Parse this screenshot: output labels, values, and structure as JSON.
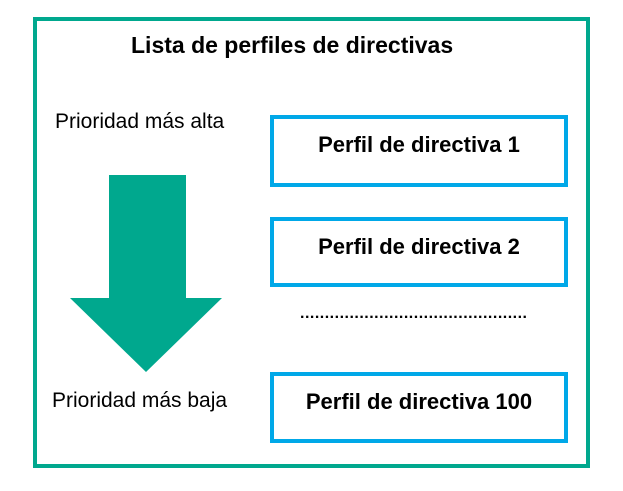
{
  "colors": {
    "teal": "#00A88E",
    "blue": "#00A8E8",
    "text": "#000000",
    "background": "#FFFFFF"
  },
  "diagram": {
    "title": "Lista de perfiles de directivas",
    "priority": {
      "highest": "Prioridad más alta",
      "lowest": "Prioridad más baja"
    },
    "arrow_direction": "down",
    "profiles": [
      {
        "label": "Perfil de directiva 1"
      },
      {
        "label": "Perfil de directiva 2"
      },
      {
        "label": "Perfil de directiva 100"
      }
    ],
    "ellipsis_dots": ".............................................."
  }
}
